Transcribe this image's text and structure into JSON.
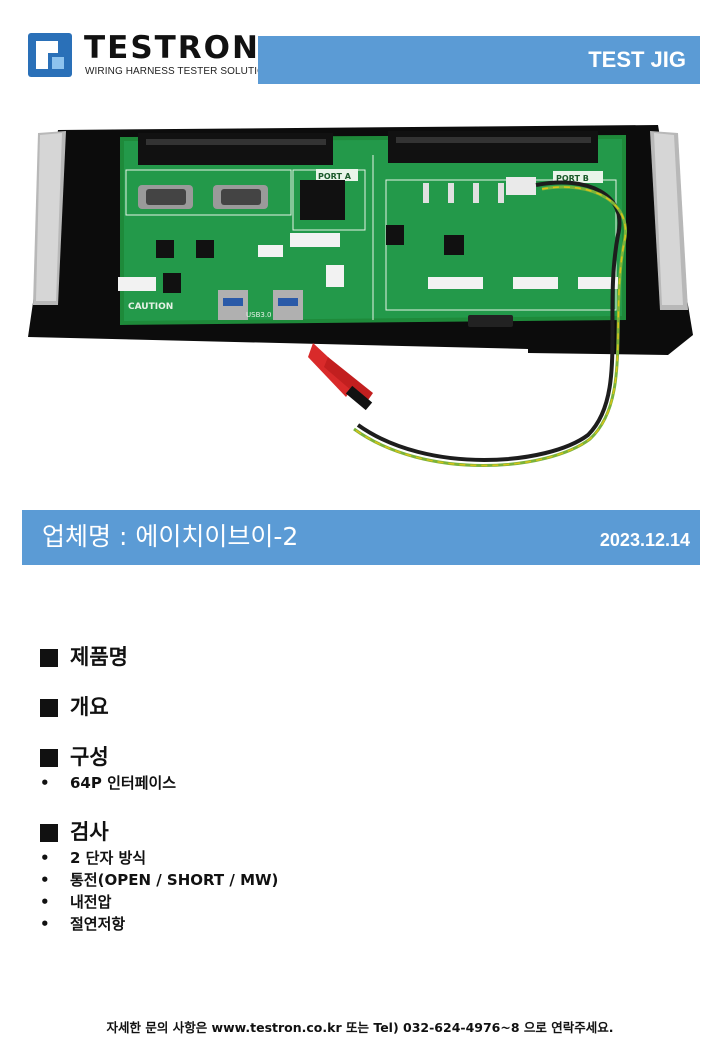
{
  "header": {
    "brand_name": "TESTRON",
    "brand_tagline": "WIRING HARNESS TESTER SOLUTIONS",
    "title": "TEST JIG",
    "accent_color": "#5b9bd5",
    "logo_icon": "testron-logo-icon"
  },
  "photo": {
    "subject_icon": "test-jig-board-photo",
    "board_labels": [
      "PORT A",
      "PORT B",
      "CAUTION",
      "USB3.0"
    ]
  },
  "company": {
    "name": "업체명 : 에이치이브이-2",
    "date": "2023.12.14"
  },
  "sections": {
    "product": {
      "title": "제품명"
    },
    "overview": {
      "title": "개요"
    },
    "composition": {
      "title": "구성",
      "items": [
        "64P 인터페이스"
      ]
    },
    "inspection": {
      "title": "검사",
      "items": [
        "2 단자 방식",
        "통전(OPEN / SHORT / MW)",
        "내전압",
        "절연저항"
      ]
    }
  },
  "bullet_char": "•",
  "footer": {
    "text": "자세한 문의 사항은 www.testron.co.kr 또는 Tel) 032-624-4976~8 으로 연락주세요."
  }
}
